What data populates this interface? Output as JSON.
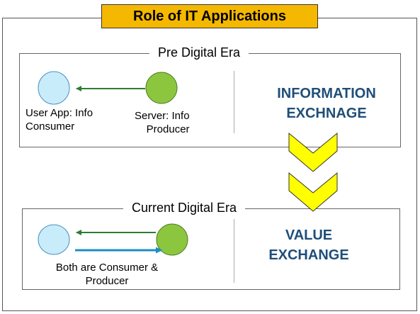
{
  "title": "Role of IT Applications",
  "pre_era": {
    "heading": "Pre Digital Era",
    "consumer_label_line1": "User App: Info",
    "consumer_label_line2": "Consumer",
    "producer_label_line1": "Server: Info",
    "producer_label_line2": "Producer",
    "exchange_line1": "INFORMATION",
    "exchange_line2": "EXCHNAGE"
  },
  "current_era": {
    "heading": "Current Digital Era",
    "both_label_line1": "Both are Consumer &",
    "both_label_line2": "Producer",
    "exchange_line1": "VALUE",
    "exchange_line2": "EXCHANGE"
  },
  "colors": {
    "title_fill": "#f5b800",
    "consumer_fill": "#c9ecfb",
    "producer_fill": "#8cc63f",
    "arrow_green": "#2e7d32",
    "arrow_blue": "#1a8fc4",
    "chevron_fill": "#ffff00",
    "exchange_text": "#1f4e79"
  }
}
